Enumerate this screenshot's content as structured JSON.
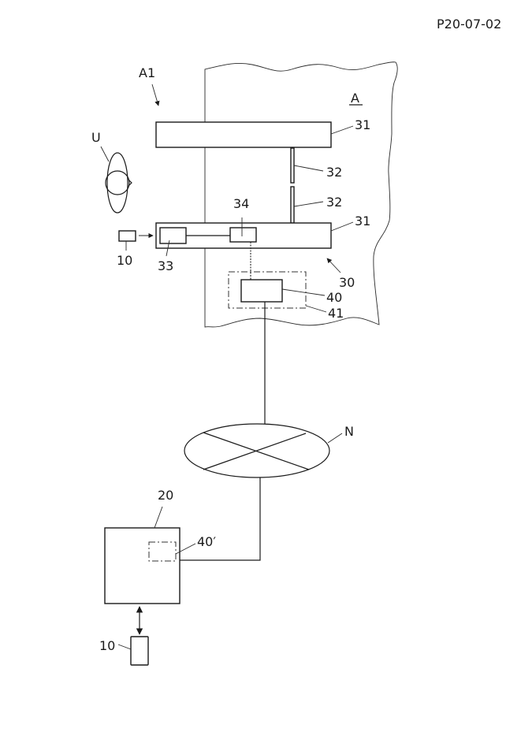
{
  "figure": {
    "id_label": "P20-07-02",
    "labels": {
      "system_area": "A1",
      "area": "A",
      "user": "U",
      "door_upper": "31",
      "door_lower": "31",
      "rail_upper": "32",
      "rail_lower": "32",
      "controller": "33",
      "reader": "34",
      "mobile_top": "10",
      "door_system": "30",
      "server_unit": "40",
      "local_enclosure": "41",
      "network": "N",
      "server": "20",
      "server_unit_alt": "40′",
      "mobile_bottom": "10"
    }
  }
}
